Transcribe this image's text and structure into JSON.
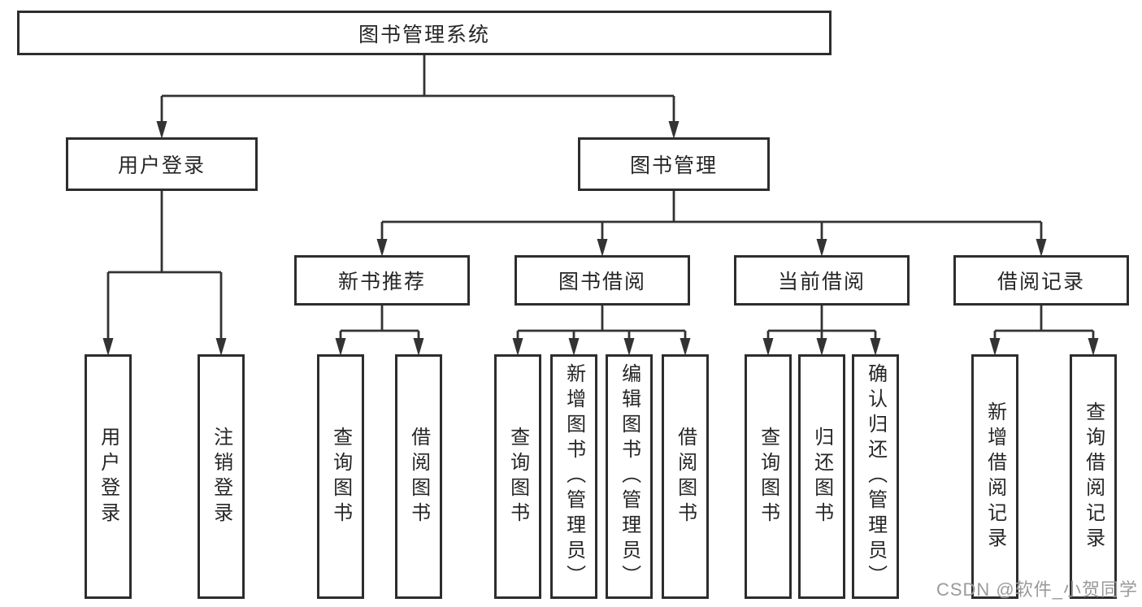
{
  "diagram": {
    "title": "图书管理系统",
    "level2": {
      "userLogin": {
        "label": "用户登录",
        "children": [
          "用户登录",
          "注销登录"
        ]
      },
      "bookManagement": {
        "label": "图书管理",
        "children": {
          "newBookRecommend": {
            "label": "新书推荐",
            "children": [
              "查询图书",
              "借阅图书"
            ]
          },
          "bookBorrow": {
            "label": "图书借阅",
            "children": [
              "查询图书",
              "新增图书（管理员）",
              "编辑图书（管理员）",
              "借阅图书"
            ]
          },
          "currentBorrow": {
            "label": "当前借阅",
            "children": [
              "查询图书",
              "归还图书",
              "确认归还（管理员）"
            ]
          },
          "borrowRecord": {
            "label": "借阅记录",
            "children": [
              "新增借阅记录",
              "查询借阅记录"
            ]
          }
        }
      }
    }
  },
  "watermark": {
    "text": "CSDN @软件_小贺同学"
  },
  "colors": {
    "line": "#333333",
    "boxBorder": "#2d2d2d",
    "text": "#262626",
    "watermark": "#9a9a9a",
    "background": "#ffffff"
  }
}
